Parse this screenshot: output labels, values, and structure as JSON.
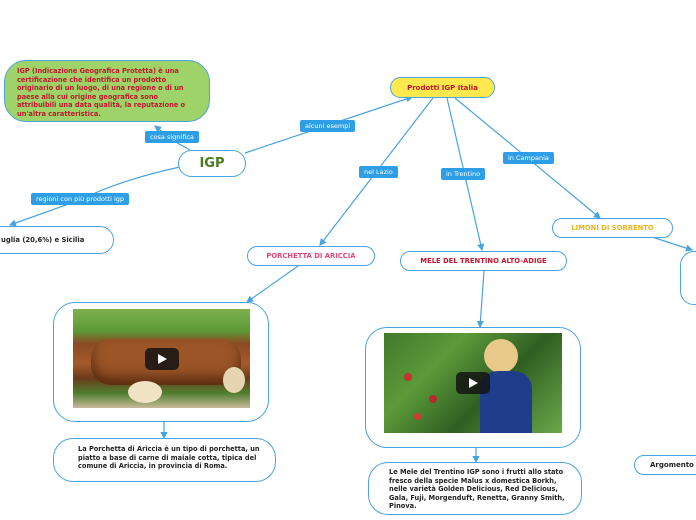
{
  "root": {
    "label": "IGP"
  },
  "definition": {
    "text": "IGP (Indicazione Geografica Protetta) è una certificazione che identifica un prodotto originario di un luogo, di una regione o di un paese alla cui origine geografica sono attribuibili una data qualità, la reputazione o un'altra caratteristica."
  },
  "regions": {
    "text": "uglia (20,6%) e Sicilia"
  },
  "products_hub": {
    "label": "Prodotti IGP Italia"
  },
  "edge_labels": {
    "cosa": "cosa significa",
    "esempi": "alcuni esempi",
    "regioni": "regioni con più prodotti igp",
    "lazio": "nel Lazio",
    "trentino": "in Trentino",
    "campania": "in Campania"
  },
  "porchetta": {
    "title": "PORCHETTA DI ARICCIA",
    "desc": "La Porchetta di Ariccia è un tipo di porchetta, un piatto a base di carne di maiale cotta, tipica del comune di Ariccia, in provincia di Roma."
  },
  "mele": {
    "title": "MELE DEL TRENTINO ALTO-ADIGE",
    "desc": "Le Mele del Trentino IGP sono i frutti allo stato fresco della specie Malus x domestica Borkh, nelle varietà Golden Delicious, Red Delicious, Gala, Fuji, Morgenduft, Renetta, Granny Smith, Pinova."
  },
  "limoni": {
    "title": "LIMONI DI SORRENTO"
  },
  "argomento": {
    "label": "Argomento"
  },
  "colors": {
    "line": "#4aa3df",
    "label_bg": "#2e9fe6",
    "definition_bg": "#9ed36a",
    "definition_text": "#c2172e",
    "hub_bg": "#ffe94d",
    "product_title": "#e0487a",
    "limoni_title": "#f2b31a",
    "root_text": "#4a7a1c"
  }
}
